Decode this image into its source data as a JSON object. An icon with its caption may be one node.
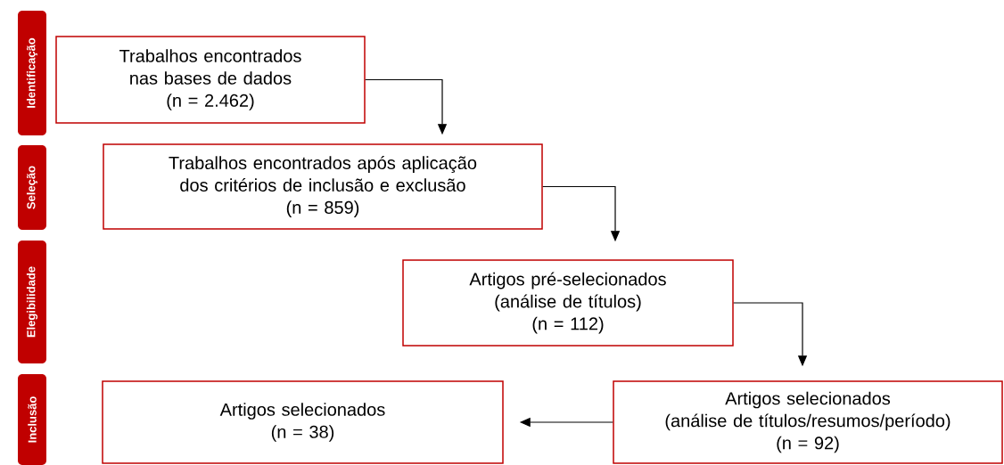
{
  "diagram": {
    "nodes": [
      {
        "text": [
          "Identificação"
        ]
      },
      {
        "text": [
          "Seleção"
        ]
      },
      {
        "text": [
          "Elegibilidade"
        ]
      },
      {
        "text": [
          "Inclusão"
        ]
      },
      {
        "text": [
          "Trabalhos encontrados nas bases de dados",
          "(n = 2.462)"
        ]
      },
      {
        "text": [
          "Trabalhos encontrados após aplicação dos critérios de inclusão e exclusão",
          "(n = 859)"
        ]
      },
      {
        "text": [
          "Artigos pré-selecionados (análise de títulos)",
          "(n = 112)"
        ]
      },
      {
        "text": [
          "Artigos selecionados",
          "(n = 38)"
        ]
      },
      {
        "text": [
          "Artigos selecionados",
          "(análise de títulos/resumos/período)",
          "(n = 92)"
        ]
      }
    ],
    "edges": [
      {
        "from": 4,
        "to": 5,
        "arrow": "to"
      },
      {
        "from": 5,
        "to": 6,
        "arrow": "to"
      },
      {
        "from": 6,
        "to": 8,
        "arrow": "to"
      },
      {
        "from": 8,
        "to": 7,
        "arrow": "to"
      }
    ]
  }
}
